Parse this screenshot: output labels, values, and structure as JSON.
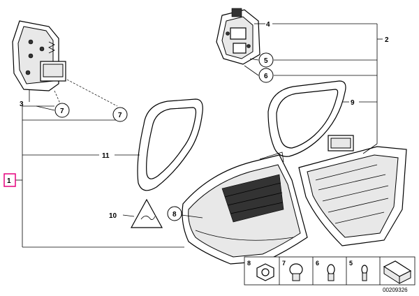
{
  "callouts": {
    "c1": "1",
    "c2": "2",
    "c3": "3",
    "c4": "4",
    "c5": "5",
    "c6": "6",
    "c7a": "7",
    "c7b": "7",
    "c8": "8",
    "c9": "9",
    "c10": "10",
    "c11": "11"
  },
  "legend": {
    "items": [
      {
        "number": "8",
        "icon": "nut-icon"
      },
      {
        "number": "7",
        "icon": "bulb-large-icon"
      },
      {
        "number": "6",
        "icon": "bulb-small-icon"
      },
      {
        "number": "5",
        "icon": "bulb-wedge-icon"
      }
    ]
  },
  "diagram_code": "00209326",
  "colors": {
    "highlight": "#e6007e",
    "line": "#000000"
  }
}
